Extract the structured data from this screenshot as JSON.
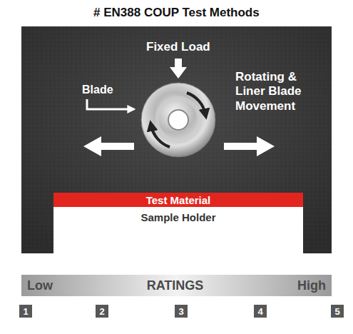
{
  "diagram": {
    "title": "# EN388 COUP Test Methods",
    "nodes": [
      {
        "text": [
          "Test Material"
        ]
      },
      {
        "text": [
          "Sample Holder"
        ]
      },
      {
        "text": [
          "Low",
          "RATINGS",
          "High"
        ]
      },
      {
        "text": [
          "1"
        ]
      },
      {
        "text": [
          "2"
        ]
      },
      {
        "text": [
          "3"
        ]
      },
      {
        "text": [
          "4"
        ]
      },
      {
        "text": [
          "5"
        ]
      }
    ],
    "labels": [
      "Fixed Load",
      "Blade",
      "Rotating & Liner Blade Movement"
    ]
  }
}
